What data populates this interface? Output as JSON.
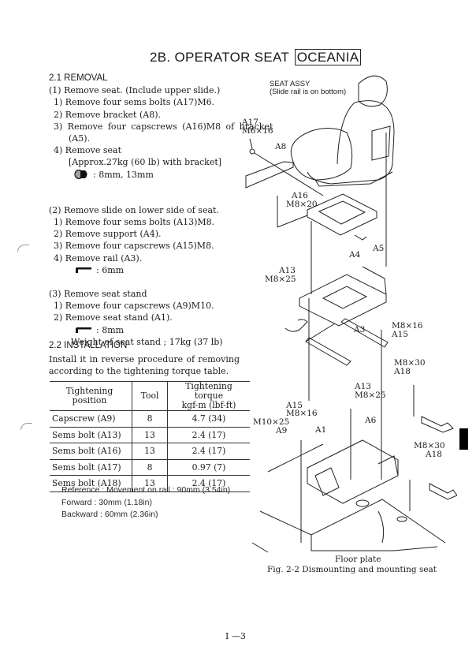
{
  "header": {
    "title_prefix": "2B.   OPERATOR SEAT",
    "title_badge": "OCEANIA"
  },
  "removal": {
    "heading": "2.1 REMOVAL",
    "steps": [
      {
        "label": "(1) Remove seat. (Include upper slide.)",
        "substeps": [
          "1)  Remove four sems bolts (A17)M6.",
          "2)  Remove bracket (A8).",
          "3)  Remove four capscrews (A16)M8 of bracket",
          "(A5).",
          "4)  Remove seat",
          "[Approx.27kg (60 lb) with bracket]"
        ],
        "tool_icon": "socket-wrench-icon",
        "tool_text": ": 8mm, 13mm"
      },
      {
        "label": "(2) Remove slide on lower side of seat.",
        "substeps": [
          "1)  Remove four sems bolts (A13)M8.",
          "2)  Remove support (A4).",
          "3)  Remove four capscrews (A15)M8.",
          "4)  Remove rail (A3)."
        ],
        "tool_icon": "hex-key-icon",
        "tool_text": ": 6mm"
      },
      {
        "label": "(3) Remove seat stand",
        "substeps": [
          "1)  Remove four capscrews (A9)M10.",
          "2)  Remove seat stand (A1)."
        ],
        "tool_icon": "hex-key-icon",
        "tool_text": ": 8mm",
        "note": "Weight of seat stand ; 17kg (37 lb)"
      }
    ]
  },
  "installation": {
    "heading": "2.2 INSTALLATION",
    "text": "Install it in reverse procedure of removing according to the tightening torque table."
  },
  "torque_table": {
    "headers": [
      "Tightening position",
      "Tool",
      "Tightening torque",
      "kgf-m (lbf-ft)"
    ],
    "rows": [
      [
        "Capscrew (A9)",
        "8",
        "4.7 (34)"
      ],
      [
        "Sems bolt (A13)",
        "13",
        "2.4 (17)"
      ],
      [
        "Sems bolt (A16)",
        "13",
        "2.4 (17)"
      ],
      [
        "Sems bolt (A17)",
        "8",
        "0.97 (7)"
      ],
      [
        "Sems bolt (A18)",
        "13",
        "2.4 (17)"
      ]
    ]
  },
  "reference": {
    "lines": [
      "Reference : Movement on rail : 90mm (3.54in)",
      "Forward : 30mm (1.18in)",
      "Backward : 60mm (2.36in)"
    ]
  },
  "figure": {
    "labels": {
      "seat_assy": "SEAT ASSY",
      "seat_assy_note": "(Slide rail is on bottom)",
      "a17": "A17",
      "a17_size": "M6×16",
      "a8": "A8",
      "a16": "A16",
      "a16_size": "M8×20",
      "a5": "A5",
      "a4": "A4",
      "a13_top": "A13",
      "a13_top_size": "M8×25",
      "a3": "A3",
      "a15_right_size": "M8×16",
      "a15_right": "A15",
      "a18_top_size": "M8×30",
      "a18_top": "A18",
      "a13_mid": "A13",
      "a13_mid_size": "M8×25",
      "a15_left": "A15",
      "a15_left_size": "M8×16",
      "a9_size": "M10×25",
      "a9": "A9",
      "a1": "A1",
      "a6": "A6",
      "a18_bottom_size": "M8×30",
      "a18_bottom": "A18"
    },
    "floor_label": "Floor plate",
    "caption": "Fig. 2-2   Dismounting and mounting seat"
  },
  "footer": {
    "page_number": "I —3"
  }
}
